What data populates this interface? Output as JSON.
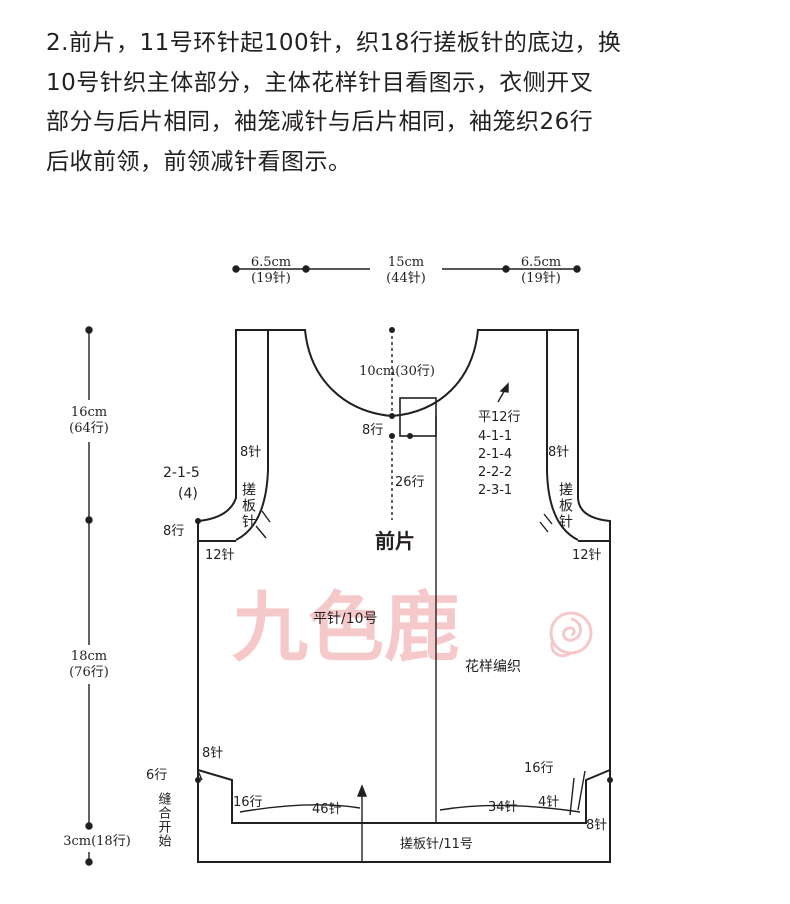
{
  "description": {
    "lines": [
      "2.前片，11号环针起100针，织18行搓板针的底边，换",
      "10号针织主体部分，主体花样针目看图示，衣侧开叉",
      "部分与后片相同，袖笼减针与后片相同，袖笼织26行",
      "后收前领，前领减针看图示。"
    ]
  },
  "diagram": {
    "title": "前片",
    "top_dims": {
      "left": {
        "size": "6.5cm",
        "stitches": "(19针)"
      },
      "center": {
        "size": "15cm",
        "stitches": "(44针)"
      },
      "right": {
        "size": "6.5cm",
        "stitches": "(19针)"
      }
    },
    "left_dims": {
      "upper": {
        "size": "16cm",
        "rows": "(64行)"
      },
      "middle": {
        "size": "18cm",
        "rows": "(76行)"
      },
      "lower": "3cm(18行)"
    },
    "labels": {
      "neck_depth": "10cm(30行)",
      "neck_rows": "8行",
      "armhole_rows": "26行",
      "neck_decrease": [
        "平12行",
        "4-1-1",
        "2-1-4",
        "2-2-2",
        "2-3-1"
      ],
      "armhole_decrease": [
        "2-1-5",
        "(4)"
      ],
      "left_8rows": "8行",
      "left_8st": "8针",
      "right_8st": "8针",
      "left_band": "搓板针",
      "right_band": "搓板针",
      "left_12st": "12针",
      "right_12st": "12针",
      "body_stitch": "平针/10号",
      "pattern": "花样编织",
      "watermark": "九色鹿",
      "left_slit_8st": "8针",
      "left_slit_6rows": "6行",
      "seam_start": "缝合开始",
      "left_16rows": "16行",
      "st46": "46针",
      "st34": "34针",
      "right_16rows": "16行",
      "right_4st": "4针",
      "right_8st_low": "8针",
      "bottom_band": "搓板针/11号"
    },
    "colors": {
      "line": "#231f20",
      "watermark": "#f2b8b8"
    }
  }
}
